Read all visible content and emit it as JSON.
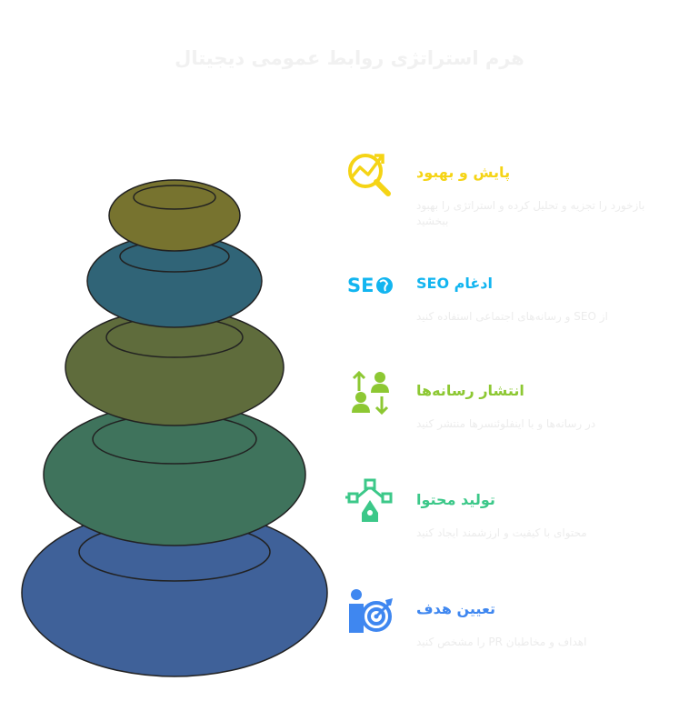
{
  "title": "هرم استراتژی روابط عمومی دیجیتال",
  "levels": [
    {
      "heading": "پایش و بهبود",
      "description": "بازخورد را تجزیه و تحلیل کرده و استراتژی را بهبود ببخشید",
      "color": "#f5d415",
      "icon": "magnifier-trend-icon",
      "disc_color": "#77732f"
    },
    {
      "heading": "SEO ادغام",
      "description": "از SEO و رسانه‌های اجتماعی استفاده کنید",
      "color": "#12b5f0",
      "icon": "seo-icon",
      "disc_color": "#306477"
    },
    {
      "heading": "انتشار رسانه‌ها",
      "description": "در رسانه‌ها و با اینفلوئنسرها منتشر کنید",
      "color": "#8dc833",
      "icon": "people-exchange-icon",
      "disc_color": "#5f6c3c"
    },
    {
      "heading": "تولید محتوا",
      "description": "محتوای با کیفیت و ارزشمند ایجاد کنید",
      "color": "#3cc889",
      "icon": "pen-tool-icon",
      "disc_color": "#3f735c"
    },
    {
      "heading": "تعیین هدف",
      "description": "اهداف و مخاطبان PR را مشخص کنید",
      "color": "#3f87f0",
      "icon": "target-person-icon",
      "disc_color": "#3f6199"
    }
  ]
}
